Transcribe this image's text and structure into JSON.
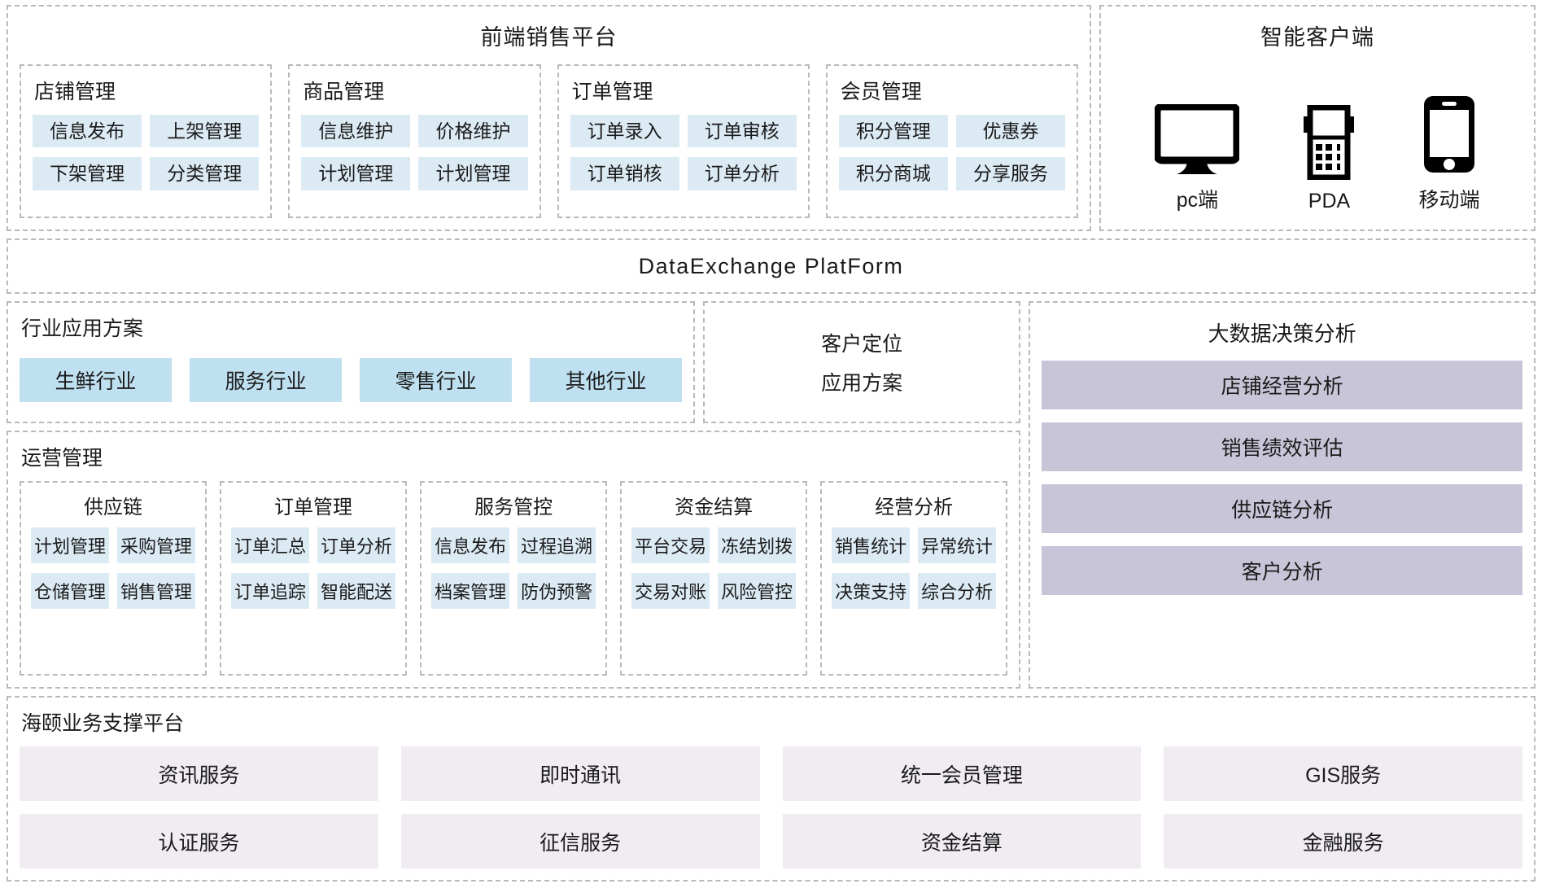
{
  "front_sales": {
    "title": "前端销售平台",
    "groups": [
      {
        "title": "店铺管理",
        "items": [
          "信息发布",
          "上架管理",
          "下架管理",
          "分类管理"
        ]
      },
      {
        "title": "商品管理",
        "items": [
          "信息维护",
          "价格维护",
          "计划管理",
          "计划管理"
        ]
      },
      {
        "title": "订单管理",
        "items": [
          "订单录入",
          "订单审核",
          "订单销核",
          "订单分析"
        ]
      },
      {
        "title": "会员管理",
        "items": [
          "积分管理",
          "优惠券",
          "积分商城",
          "分享服务"
        ]
      }
    ]
  },
  "smart_client": {
    "title": "智能客户端",
    "devices": [
      {
        "icon": "desktop-monitor-icon",
        "label": "pc端"
      },
      {
        "icon": "pda-handheld-icon",
        "label": "PDA"
      },
      {
        "icon": "smartphone-icon",
        "label": "移动端"
      }
    ]
  },
  "data_exchange": {
    "title": "DataExchange  PlatForm"
  },
  "industry": {
    "title": "行业应用方案",
    "items": [
      "生鲜行业",
      "服务行业",
      "零售行业",
      "其他行业"
    ]
  },
  "customer_position": {
    "line1": "客户定位",
    "line2": "应用方案"
  },
  "operations": {
    "title": "运营管理",
    "groups": [
      {
        "title": "供应链",
        "items": [
          "计划管理",
          "采购管理",
          "仓储管理",
          "销售管理"
        ]
      },
      {
        "title": "订单管理",
        "items": [
          "订单汇总",
          "订单分析",
          "订单追踪",
          "智能配送"
        ]
      },
      {
        "title": "服务管控",
        "items": [
          "信息发布",
          "过程追溯",
          "档案管理",
          "防伪预警"
        ]
      },
      {
        "title": "资金结算",
        "items": [
          "平台交易",
          "冻结划拨",
          "交易对账",
          "风险管控"
        ]
      },
      {
        "title": "经营分析",
        "items": [
          "销售统计",
          "异常统计",
          "决策支持",
          "综合分析"
        ]
      }
    ]
  },
  "big_data": {
    "title": "大数据决策分析",
    "items": [
      "店铺经营分析",
      "销售绩效评估",
      "供应链分析",
      "客户分析"
    ]
  },
  "support_platform": {
    "title": "海颐业务支撑平台",
    "items": [
      "资讯服务",
      "即时通讯",
      "统一会员管理",
      "GIS服务",
      "认证服务",
      "征信服务",
      "资金结算",
      "金融服务"
    ]
  },
  "colors": {
    "chip_blue": "#dceaf4",
    "industry_blue": "#bfe0f0",
    "bigdata_purple": "#c9c5d8",
    "support_lavender": "#f0ecf2",
    "dashed_border": "#b9b9b9"
  }
}
